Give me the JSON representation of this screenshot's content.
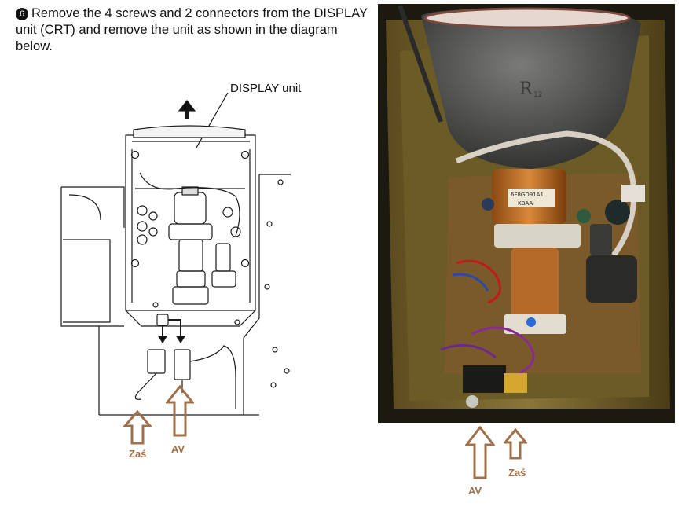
{
  "instruction": {
    "step_number": "6",
    "text": "Remove the 4 screws and 2 connectors from the DISPLAY unit (CRT) and remove the unit as shown in the diagram below."
  },
  "diagram": {
    "callout_label": "DISPLAY unit"
  },
  "annotations": {
    "left_zas": "Zaś",
    "left_av": "AV",
    "right_av": "AV",
    "right_zas": "Zaś",
    "arrow_color": "#a0704a"
  },
  "photo": {
    "coil_label_1": "6F8GD91A1",
    "coil_label_2": "KBAA",
    "crt_mark": "R",
    "crt_mark_sub": "12"
  }
}
